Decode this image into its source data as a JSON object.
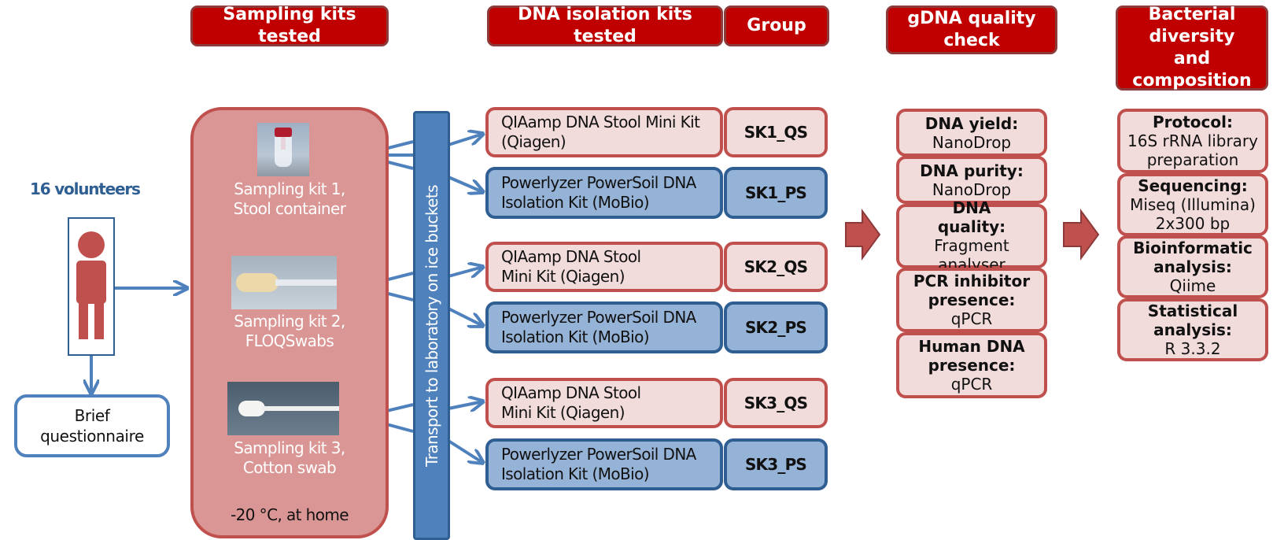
{
  "headers": {
    "sampling": "Sampling kits tested",
    "dna_isolation": "DNA isolation kits tested",
    "group": "Group",
    "gdna_quality": "gDNA quality check",
    "bacterial": "Bacterial diversity and composition"
  },
  "volunteers": {
    "label": "16 volunteers",
    "questionnaire": "Brief questionnaire"
  },
  "sampling_kits": {
    "kit1": {
      "line1": "Sampling kit 1,",
      "line2": "Stool container"
    },
    "kit2": {
      "line1": "Sampling kit 2,",
      "line2": "FLOQSwabs"
    },
    "kit3": {
      "line1": "Sampling kit 3,",
      "line2": "Cotton swab"
    },
    "storage": "-20 °C, at home"
  },
  "transport": "Transport to laboratory on ice buckets",
  "isolation_rows": [
    {
      "kit": "QIAamp DNA Stool Mini Kit (Qiagen)",
      "group": "SK1_QS"
    },
    {
      "kit": "Powerlyzer PowerSoil DNA Isolation Kit (MoBio)",
      "group": "SK1_PS"
    },
    {
      "kit": "QIAamp DNA Stool Mini Kit (Qiagen)",
      "group": "SK2_QS"
    },
    {
      "kit": "Powerlyzer PowerSoil DNA Isolation Kit (MoBio)",
      "group": "SK2_PS"
    },
    {
      "kit": "QIAamp DNA Stool Mini Kit (Qiagen)",
      "group": "SK3_QS"
    },
    {
      "kit": "Powerlyzer PowerSoil DNA Isolation Kit (MoBio)",
      "group": "SK3_PS"
    }
  ],
  "quality_checks": [
    {
      "title": "DNA yield:",
      "value": "NanoDrop"
    },
    {
      "title": "DNA purity:",
      "value": "NanoDrop"
    },
    {
      "title": "DNA quality:",
      "value": "Fragment analyser"
    },
    {
      "title": "PCR inhibitor presence:",
      "value": "qPCR"
    },
    {
      "title": "Human DNA presence:",
      "value": "qPCR"
    }
  ],
  "analysis_steps": [
    {
      "title": "Protocol:",
      "value": "16S rRNA library preparation"
    },
    {
      "title": "Sequencing:",
      "value": "Miseq (Illumina) 2x300 bp"
    },
    {
      "title": "Bioinformatic analysis:",
      "value": "Qiime"
    },
    {
      "title": "Statistical analysis:",
      "value": "R 3.3.2"
    }
  ],
  "colors": {
    "header_red": "#c00000",
    "pink_fill": "#f2dcdb",
    "pink_border": "#c0504d",
    "blue_fill": "#95b3d7",
    "blue_border": "#2f5e93",
    "arrow_blue": "#4f81bd",
    "big_panel": "#da9694"
  }
}
